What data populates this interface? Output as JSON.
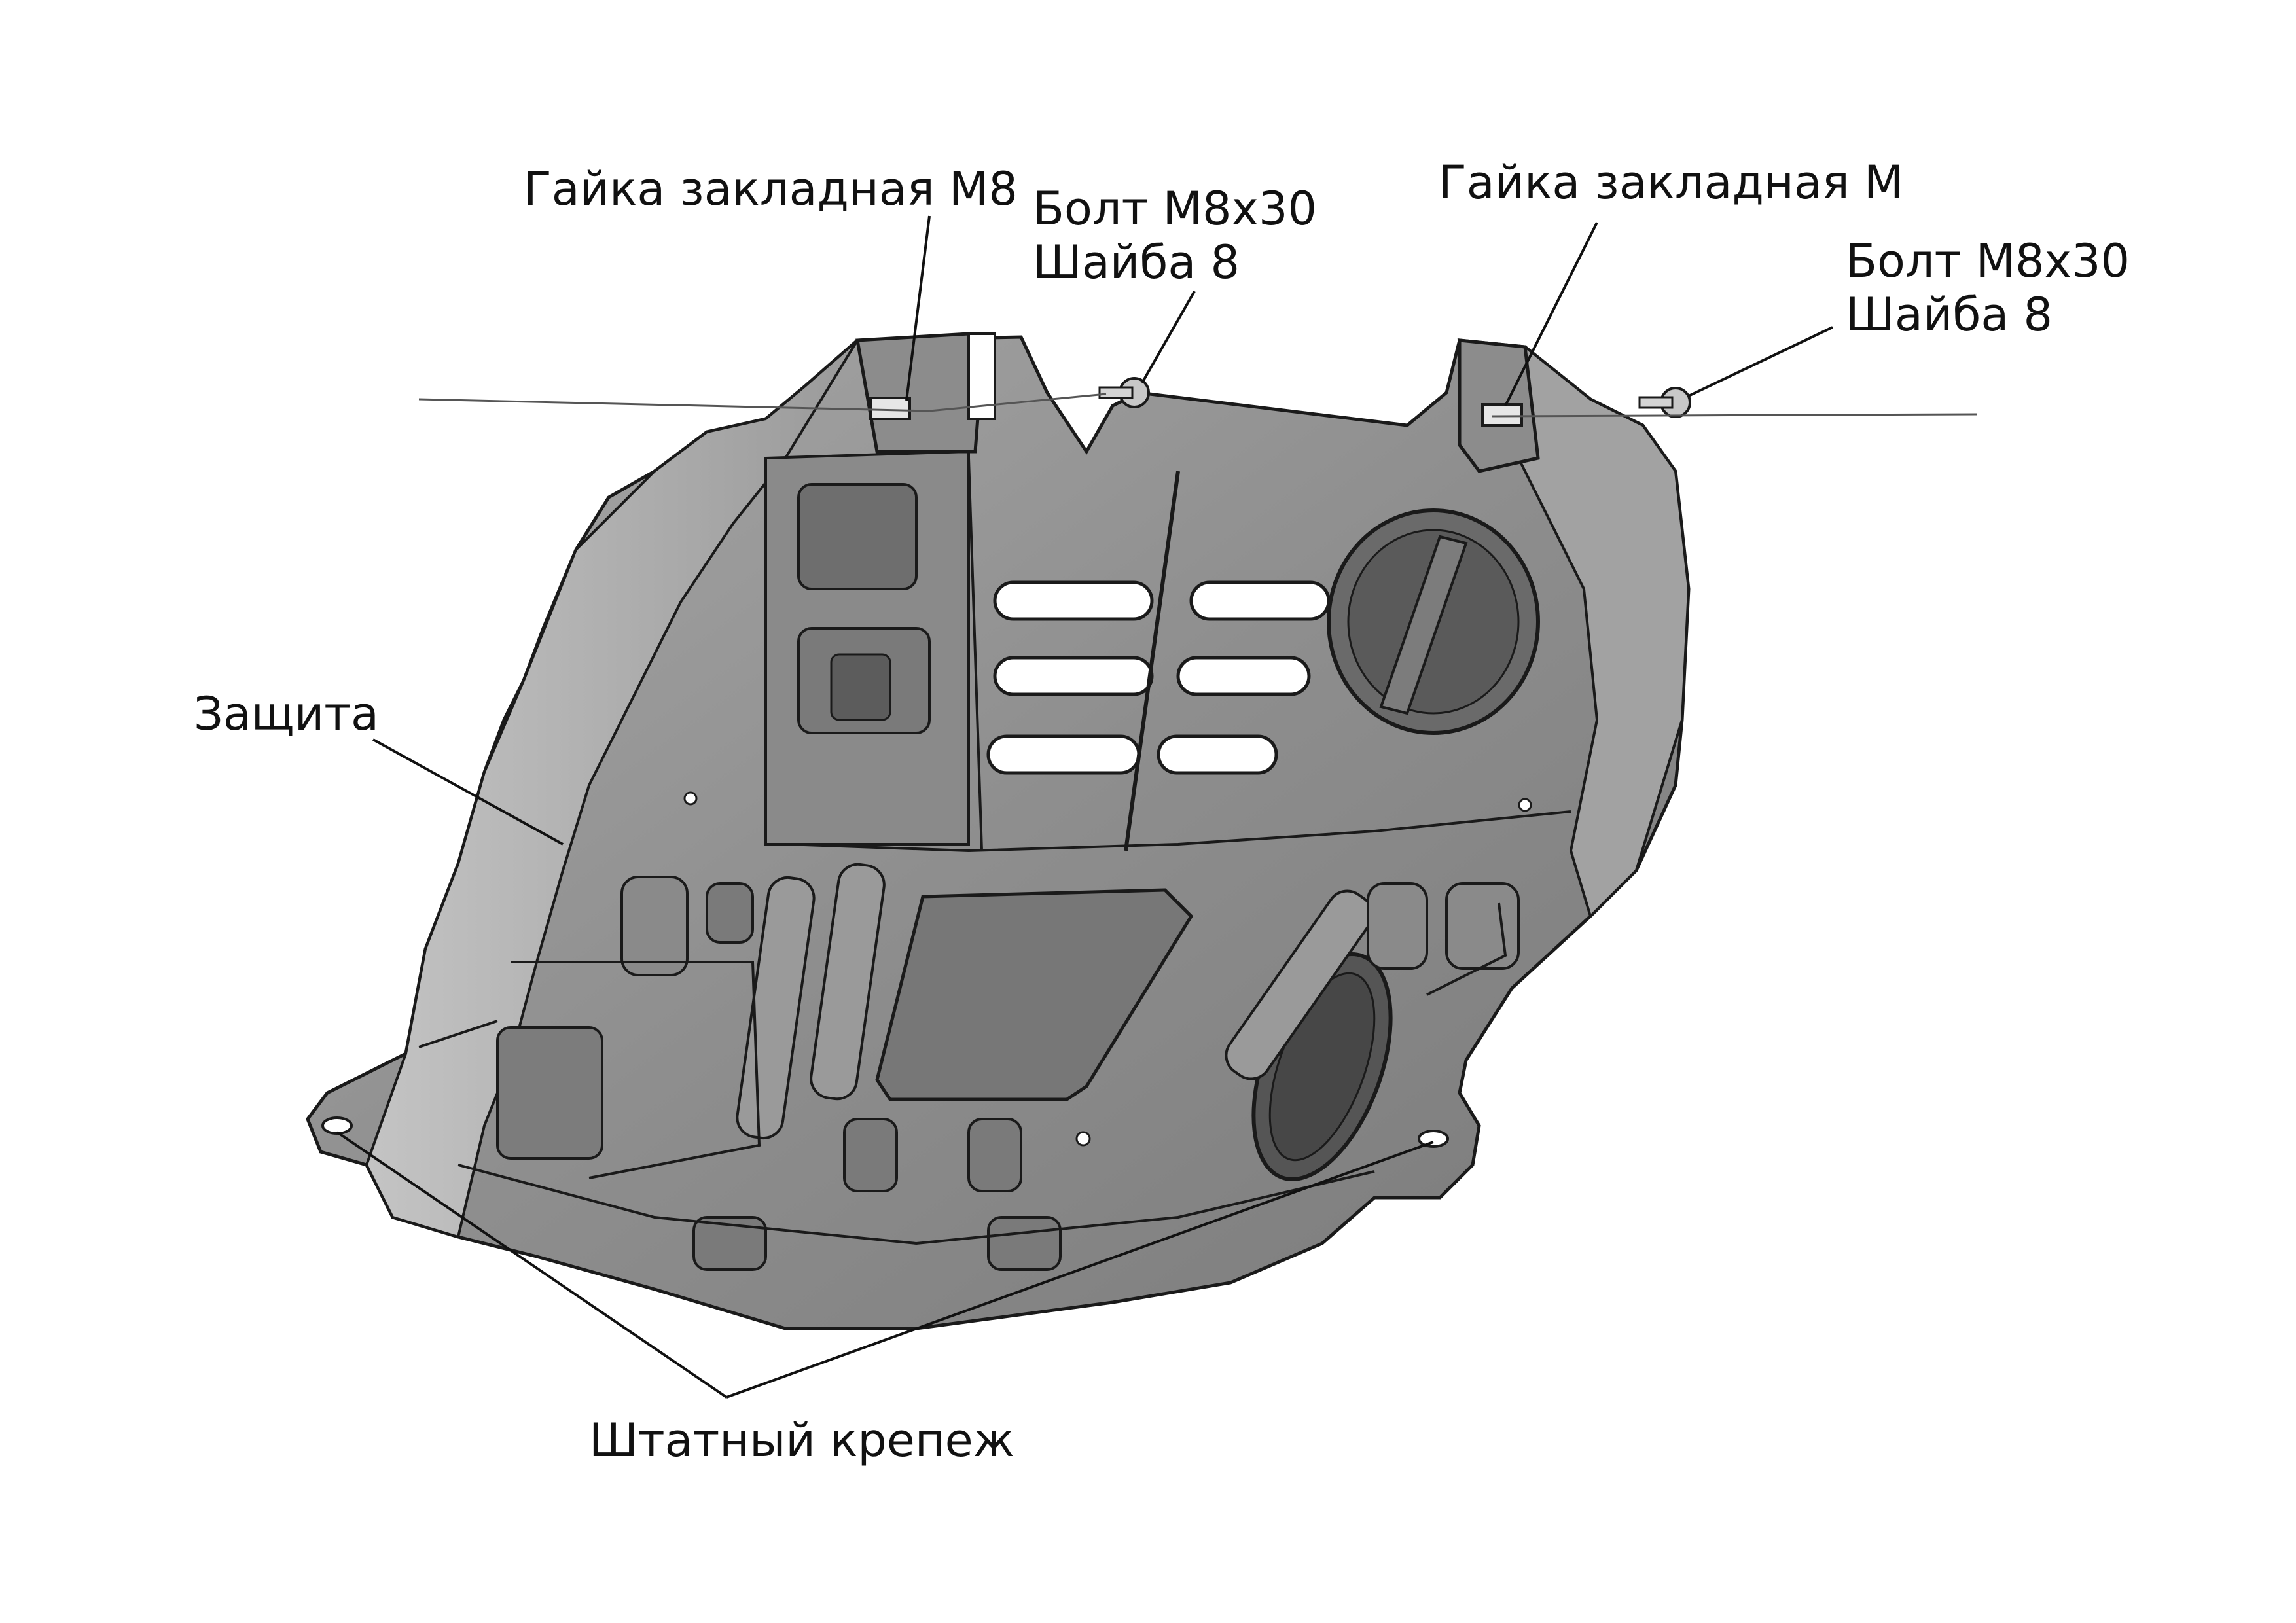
{
  "labels": {
    "gaika_left": "Гайка закладная М8",
    "bolt_left_line1": "Болт М8х30",
    "bolt_left_line2": "Шайба 8",
    "gaika_right": "Гайка закладная М",
    "bolt_right_line1": "Болт М8х30",
    "bolt_right_line2": "Шайба 8",
    "zashchita": "Защита",
    "shtatny_krepezh": "Штатный крепеж"
  },
  "colors": {
    "skid_plate_fill": "#8f8f8f",
    "skid_plate_light": "#b5b5b5",
    "skid_plate_dark": "#5f5f5f",
    "outline": "#1a1a1a",
    "background": "#ffffff"
  }
}
